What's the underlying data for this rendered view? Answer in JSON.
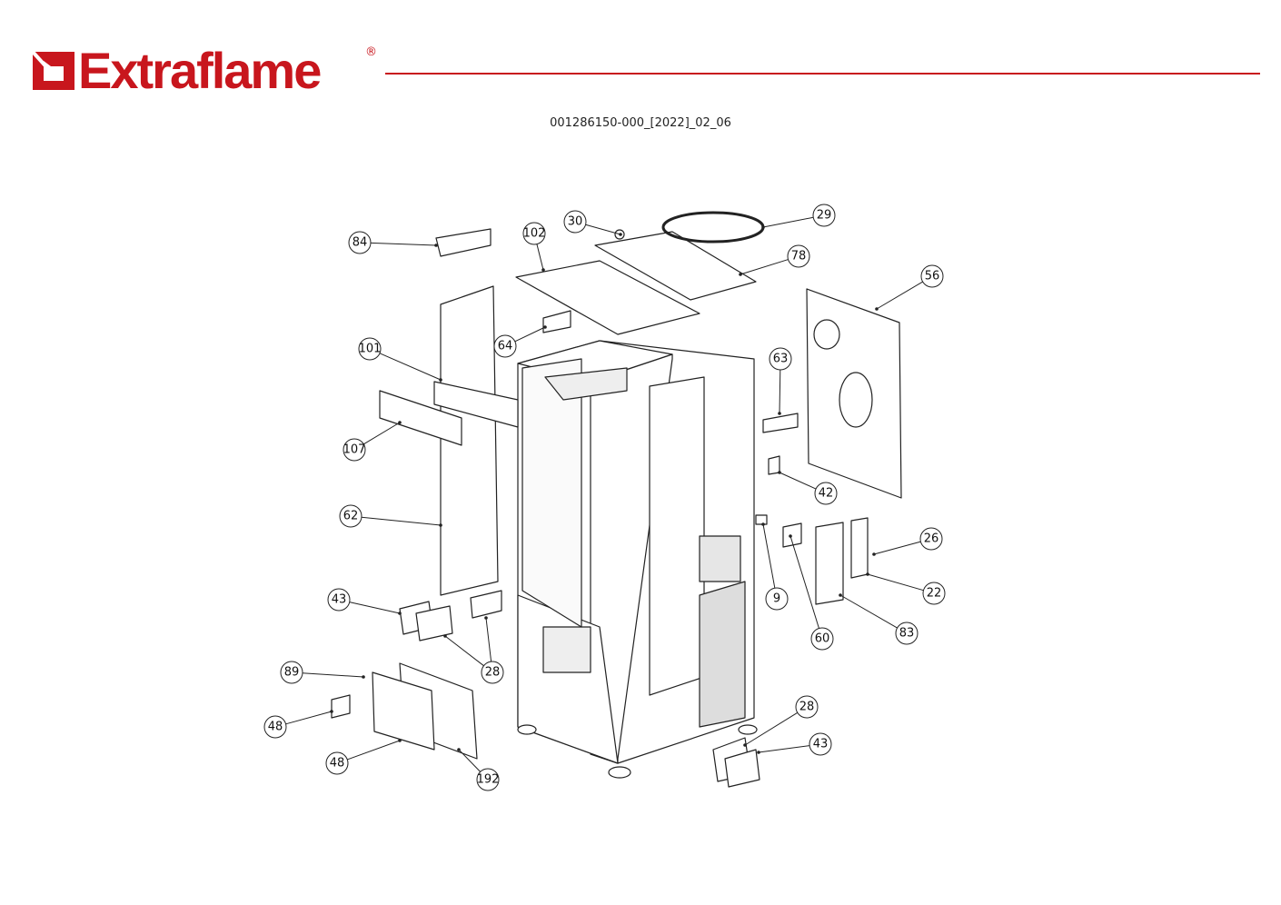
{
  "header": {
    "brand": "Extraflame",
    "registered_mark": "®",
    "brand_color": "#c8161d",
    "document_number": "001286150-000_[2022]_02_06"
  },
  "callouts": [
    {
      "label": "84"
    },
    {
      "label": "102"
    },
    {
      "label": "30"
    },
    {
      "label": "29"
    },
    {
      "label": "78"
    },
    {
      "label": "56"
    },
    {
      "label": "101"
    },
    {
      "label": "64"
    },
    {
      "label": "63"
    },
    {
      "label": "107"
    },
    {
      "label": "42"
    },
    {
      "label": "62"
    },
    {
      "label": "26"
    },
    {
      "label": "9"
    },
    {
      "label": "22"
    },
    {
      "label": "43"
    },
    {
      "label": "60"
    },
    {
      "label": "83"
    },
    {
      "label": "28"
    },
    {
      "label": "89"
    },
    {
      "label": "48"
    },
    {
      "label": "28"
    },
    {
      "label": "43"
    },
    {
      "label": "48"
    },
    {
      "label": "192"
    }
  ]
}
